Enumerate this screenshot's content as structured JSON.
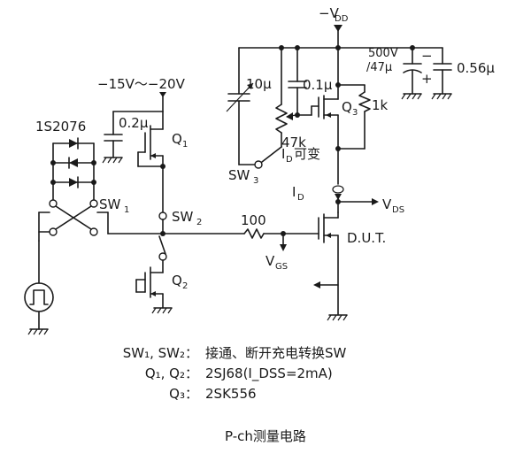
{
  "labels": {
    "vdd": "−V",
    "vdd_sub": "DD",
    "supply": "−15V～−20V",
    "diode": "1S2076",
    "c_02": "0.2μ",
    "c_10": "10μ",
    "c_01": "0.1μ",
    "cap_500": "500V",
    "cap_47": "/47μ",
    "plus": "+",
    "minus": "−",
    "c_056": "0.56μ",
    "r_47k": "47k",
    "r_1k": "1k",
    "r_100": "100",
    "q1": "Q",
    "q1_sub": "1",
    "q2": "Q",
    "q2_sub": "2",
    "q3": "Q",
    "q3_sub": "3",
    "sw1": "SW",
    "sw1_sub": "1",
    "sw2": "SW",
    "sw2_sub": "2",
    "sw3": "SW",
    "sw3_sub": "3",
    "id_var": "I",
    "id_var_sub": "D",
    "id_var_suffix": "可变",
    "id": "I",
    "id_sub": "D",
    "vds": "V",
    "vds_sub": "DS",
    "vgs": "V",
    "vgs_sub": "GS",
    "dut": "D.U.T."
  },
  "notes": [
    {
      "lhs": "SW₁, SW₂：",
      "rhs": "接通、断开充电转换SW"
    },
    {
      "lhs": "Q₁, Q₂：",
      "rhs": "2SJ68(I_DSS=2mA)"
    },
    {
      "lhs": "Q₃：",
      "rhs": "2SK556"
    }
  ],
  "caption": "P-ch测量电路"
}
